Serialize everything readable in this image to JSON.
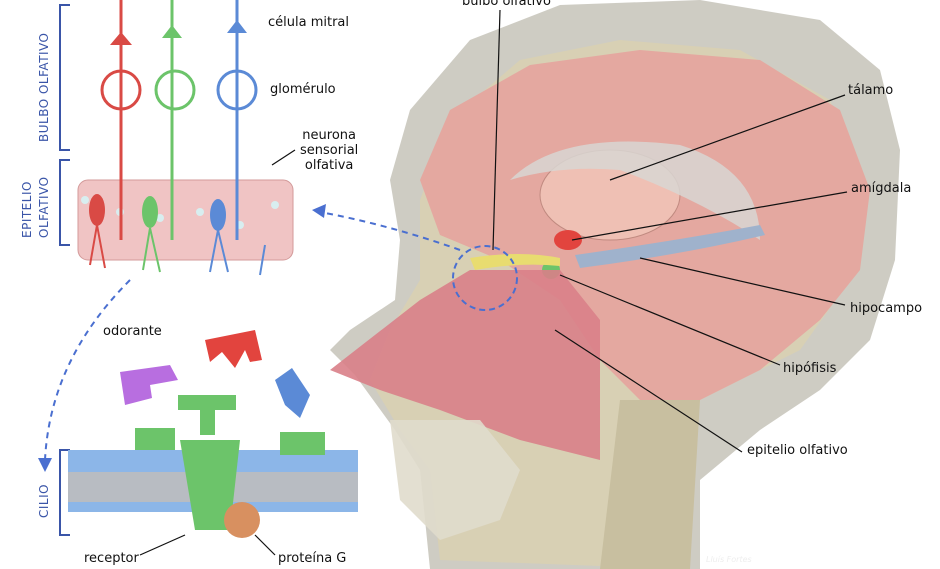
{
  "labels": {
    "bulbo_top": "bulbo olfativo",
    "celula_mitral": "célula mitral",
    "glomerulo": "glomérulo",
    "neurona_sensorial": [
      "neurona",
      "sensorial",
      "olfativa"
    ],
    "talamo": "tálamo",
    "amigdala": "amígdala",
    "hipocampo": "hipocampo",
    "hipofisis": "hipófisis",
    "epitelio_olfativo": "epitelio olfativo",
    "odorante": "odorante",
    "receptor": "receptor",
    "proteina_g": "proteína G"
  },
  "side_labels": {
    "bulbo": "BULBO OLFATIVO",
    "epitelio": [
      "EPITELIO",
      "OLFATIVO"
    ],
    "cilio": "CILIO"
  },
  "signature": "Lluís Fortes",
  "colors": {
    "red": "#d94a45",
    "green": "#6cc46a",
    "blue": "#5b8ad6",
    "pink": "#e8a7a8",
    "nose": "#d98088",
    "skin": "#d9d2b8",
    "bracket": "#3a55a8"
  }
}
